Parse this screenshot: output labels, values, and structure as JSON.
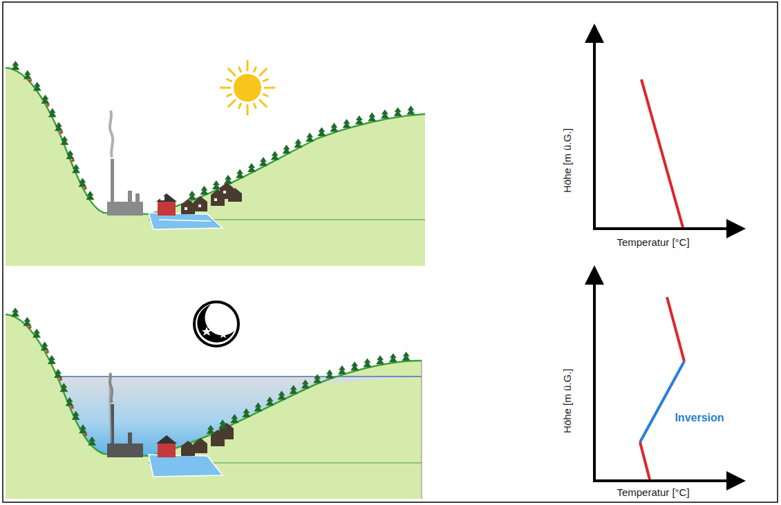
{
  "diagram": {
    "labels": [
      "Höhe [m ü.G.]",
      "Temperatur [°C]",
      "Höhe [m ü.G.]",
      "Temperatur [°C]",
      "Inversion"
    ]
  }
}
